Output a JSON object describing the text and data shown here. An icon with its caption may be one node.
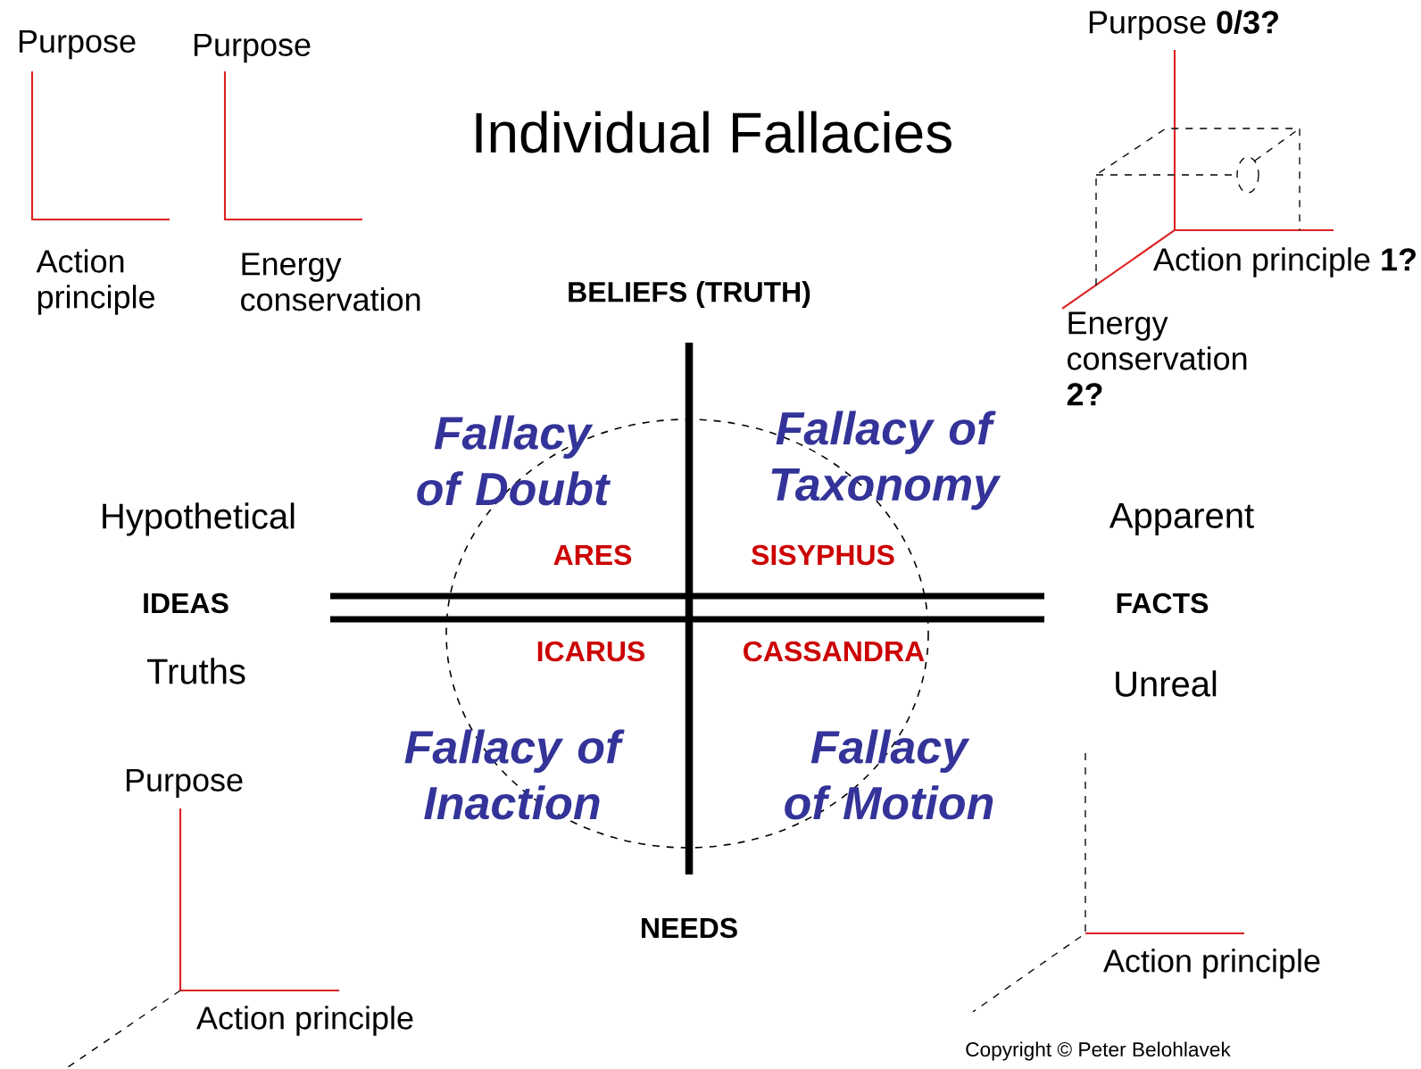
{
  "diagram": {
    "title": "Individual Fallacies",
    "labels": [
      "Purpose",
      "Purpose",
      "Purpose **0/3?**",
      "Action principle",
      "Energy conservation",
      "Action principle **1?**",
      "Energy conservation **2?**",
      "BELIEFS (TRUTH)",
      "Fallacy of Doubt",
      "Fallacy of Taxonomy",
      "Hypothetical",
      "Apparent",
      "ARES",
      "SISYPHUS",
      "IDEAS",
      "FACTS",
      "ICARUS",
      "CASSANDRA",
      "Truths",
      "Unreal",
      "Fallacy of Inaction",
      "Fallacy of Motion",
      "Purpose",
      "NEEDS",
      "Action principle",
      "Action principle",
      "Copyright © Peter Belohlavek"
    ]
  }
}
